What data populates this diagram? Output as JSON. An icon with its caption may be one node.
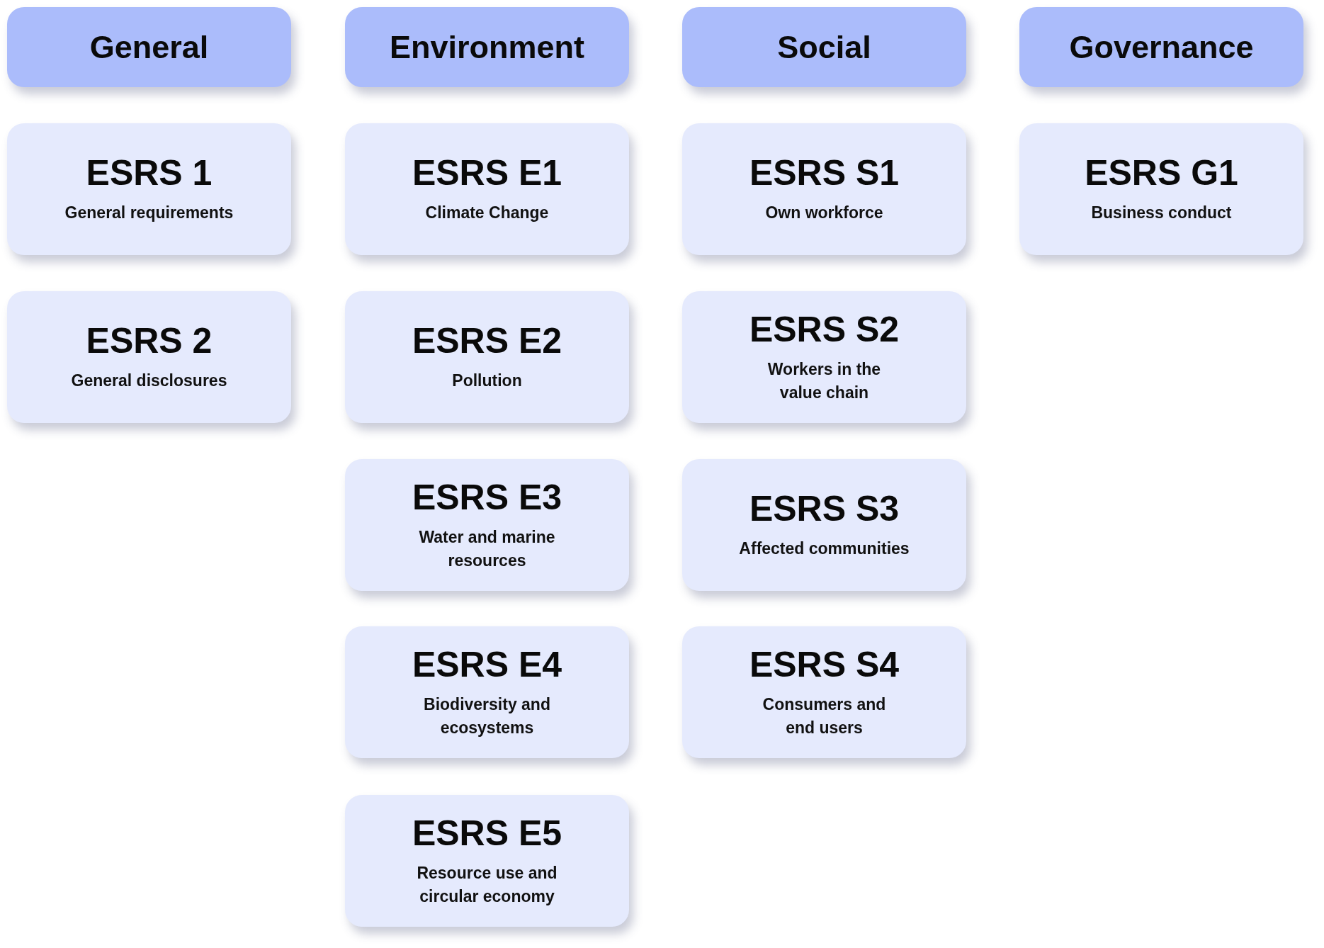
{
  "diagram": {
    "nodes": [
      {
        "text": [
          "General"
        ]
      },
      {
        "text": [
          "ESRS 1",
          "General requirements"
        ]
      },
      {
        "text": [
          "ESRS 2",
          "General disclosures"
        ]
      },
      {
        "text": [
          "Environment"
        ]
      },
      {
        "text": [
          "ESRS E1",
          "Climate Change"
        ]
      },
      {
        "text": [
          "ESRS E2",
          "Pollution"
        ]
      },
      {
        "text": [
          "ESRS E3",
          "Water and marine resources"
        ]
      },
      {
        "text": [
          "ESRS E4",
          "Biodiversity and ecosystems"
        ]
      },
      {
        "text": [
          "ESRS E5",
          "Resource use and circular economy"
        ]
      },
      {
        "text": [
          "Social"
        ]
      },
      {
        "text": [
          "ESRS S1",
          "Own workforce"
        ]
      },
      {
        "text": [
          "ESRS S2",
          "Workers in the value chain"
        ]
      },
      {
        "text": [
          "ESRS S3",
          "Affected communities"
        ]
      },
      {
        "text": [
          "ESRS S4",
          "Consumers and end users"
        ]
      },
      {
        "text": [
          "Governance"
        ]
      },
      {
        "text": [
          "ESRS G1",
          "Business conduct"
        ]
      }
    ]
  }
}
